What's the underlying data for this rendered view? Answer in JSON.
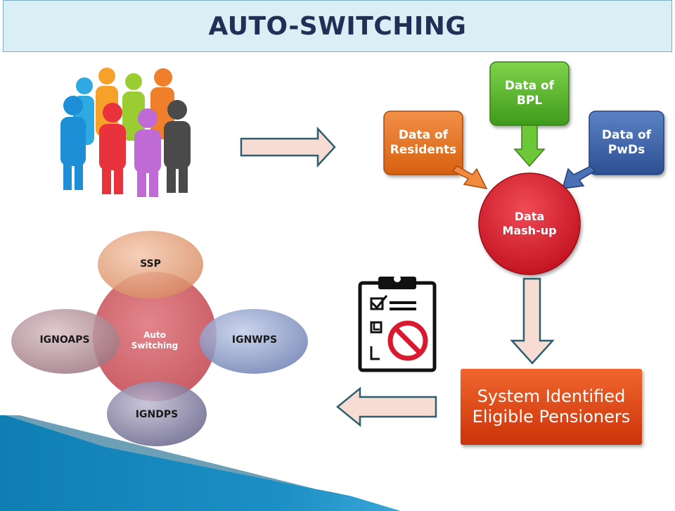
{
  "title": "AUTO-SWITCHING",
  "data_sources": {
    "bpl": "Data of\nBPL",
    "residents": "Data of\nResidents",
    "pwds": "Data of\nPwDs"
  },
  "mashup": "Data\nMash-up",
  "result": "System Identified\nEligible Pensioners",
  "venn": {
    "center": "Auto\nSwitching",
    "top": "SSP",
    "left": "IGNOAPS",
    "right": "IGNWPS",
    "bottom": "IGNDPS"
  },
  "colors": {
    "header_bg": "#d9eef5",
    "title": "#1f2f56",
    "bpl": "#5cb82a",
    "residents": "#e8731e",
    "pwds": "#3c63a8",
    "mashup": "#d92232",
    "result": "#e2471a",
    "arrow_fill": "#f6dcd2",
    "arrow_stroke": "#2e5f6e"
  },
  "icons": [
    "people-group-icon",
    "clipboard-checklist-icon",
    "no-entry-icon"
  ]
}
